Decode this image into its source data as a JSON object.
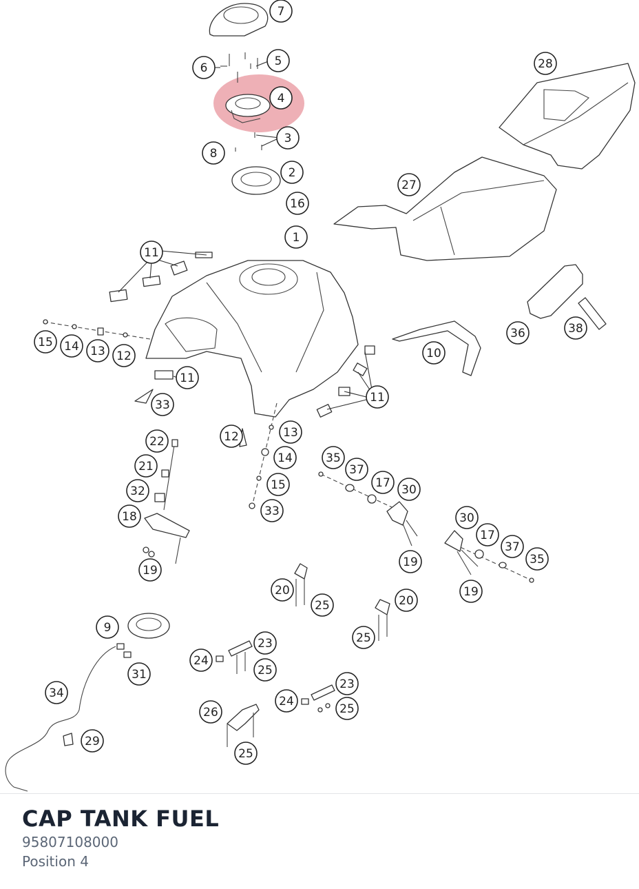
{
  "part": {
    "title": "CAP TANK FUEL",
    "number": "95807108000",
    "position": "Position 4"
  },
  "highlight_color": "#e0707a",
  "callouts": [
    "7",
    "6",
    "5",
    "4",
    "3",
    "8",
    "2",
    "16",
    "1",
    "28",
    "27",
    "11",
    "11",
    "11",
    "15",
    "14",
    "13",
    "12",
    "33",
    "12",
    "13",
    "14",
    "15",
    "33",
    "22",
    "21",
    "32",
    "18",
    "19",
    "35",
    "37",
    "17",
    "30",
    "19",
    "30",
    "17",
    "37",
    "35",
    "19",
    "10",
    "36",
    "38",
    "20",
    "25",
    "20",
    "25",
    "9",
    "31",
    "34",
    "23",
    "24",
    "25",
    "24",
    "23",
    "25",
    "26",
    "25",
    "29"
  ]
}
